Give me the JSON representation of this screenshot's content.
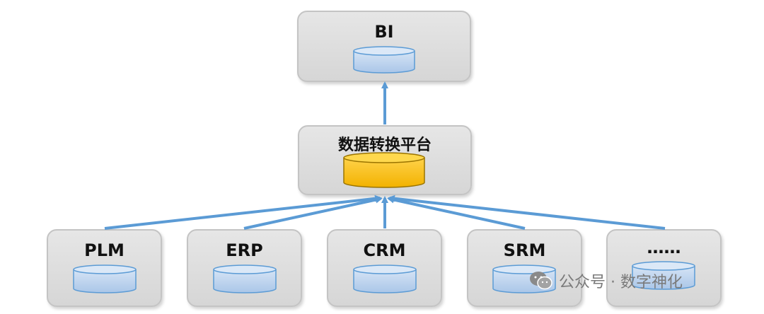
{
  "diagram": {
    "top": {
      "label": "BI",
      "db_color": "#c5d8ef"
    },
    "middle": {
      "label": "数据转换平台",
      "db_color": "#ffc000"
    },
    "sources": [
      {
        "label": "PLM"
      },
      {
        "label": "ERP"
      },
      {
        "label": "CRM"
      },
      {
        "label": "SRM"
      },
      {
        "label": "……"
      }
    ],
    "colors": {
      "arrow": "#5b9bd5",
      "db_blue": "#c5d8ef",
      "db_outline": "#5b9bd5",
      "db_gold": "#ffc000",
      "db_gold_outline": "#b8860b"
    }
  },
  "watermark": {
    "text": "公众号 · 数字神化",
    "icon": "wechat-icon"
  }
}
